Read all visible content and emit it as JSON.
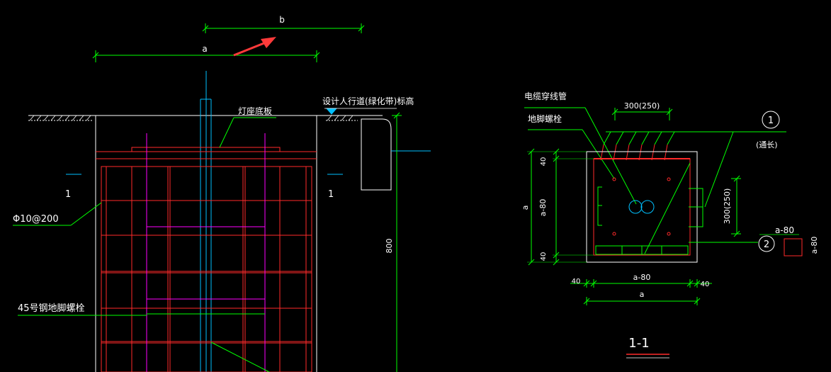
{
  "colors": {
    "background": "#000000",
    "dimension": "#00ff00",
    "outline": "#ffffff",
    "rebar": "#ff2a2a",
    "stirrup": "#ff00ff",
    "axis": "#00c0ff",
    "arrow": "#ff3a3a",
    "leader": "#00ff00"
  },
  "elevation": {
    "dim_b": "b",
    "dim_a": "a",
    "label_lamp_base_plate": "灯座底板",
    "label_design_sidewalk": "设计人行道(绿化带)标高",
    "label_rebar_spec": "Φ10@200",
    "label_anchor_bolt": "45号钢地脚螺栓",
    "section_mark_left": "1",
    "section_mark_right": "1",
    "dim_height": "800"
  },
  "section": {
    "label_cable_conduit": "电缆穿线管",
    "label_anchor_bolt": "地脚螺栓",
    "dim_top": "300(250)",
    "callout_1": "1",
    "callout_1_note": "(通长)",
    "dim_left_top": "40",
    "dim_left_mid": "a-80",
    "dim_left_bottom": "40",
    "dim_left_total": "a",
    "dim_right": "300(250)",
    "callout_2": "2",
    "callout_2_text": "a-80",
    "small_square_label": "a-80",
    "dim_bottom_left": "40",
    "dim_bottom_mid": "a-80",
    "dim_bottom_right": "40",
    "dim_bottom_total": "a",
    "title": "1-1"
  }
}
